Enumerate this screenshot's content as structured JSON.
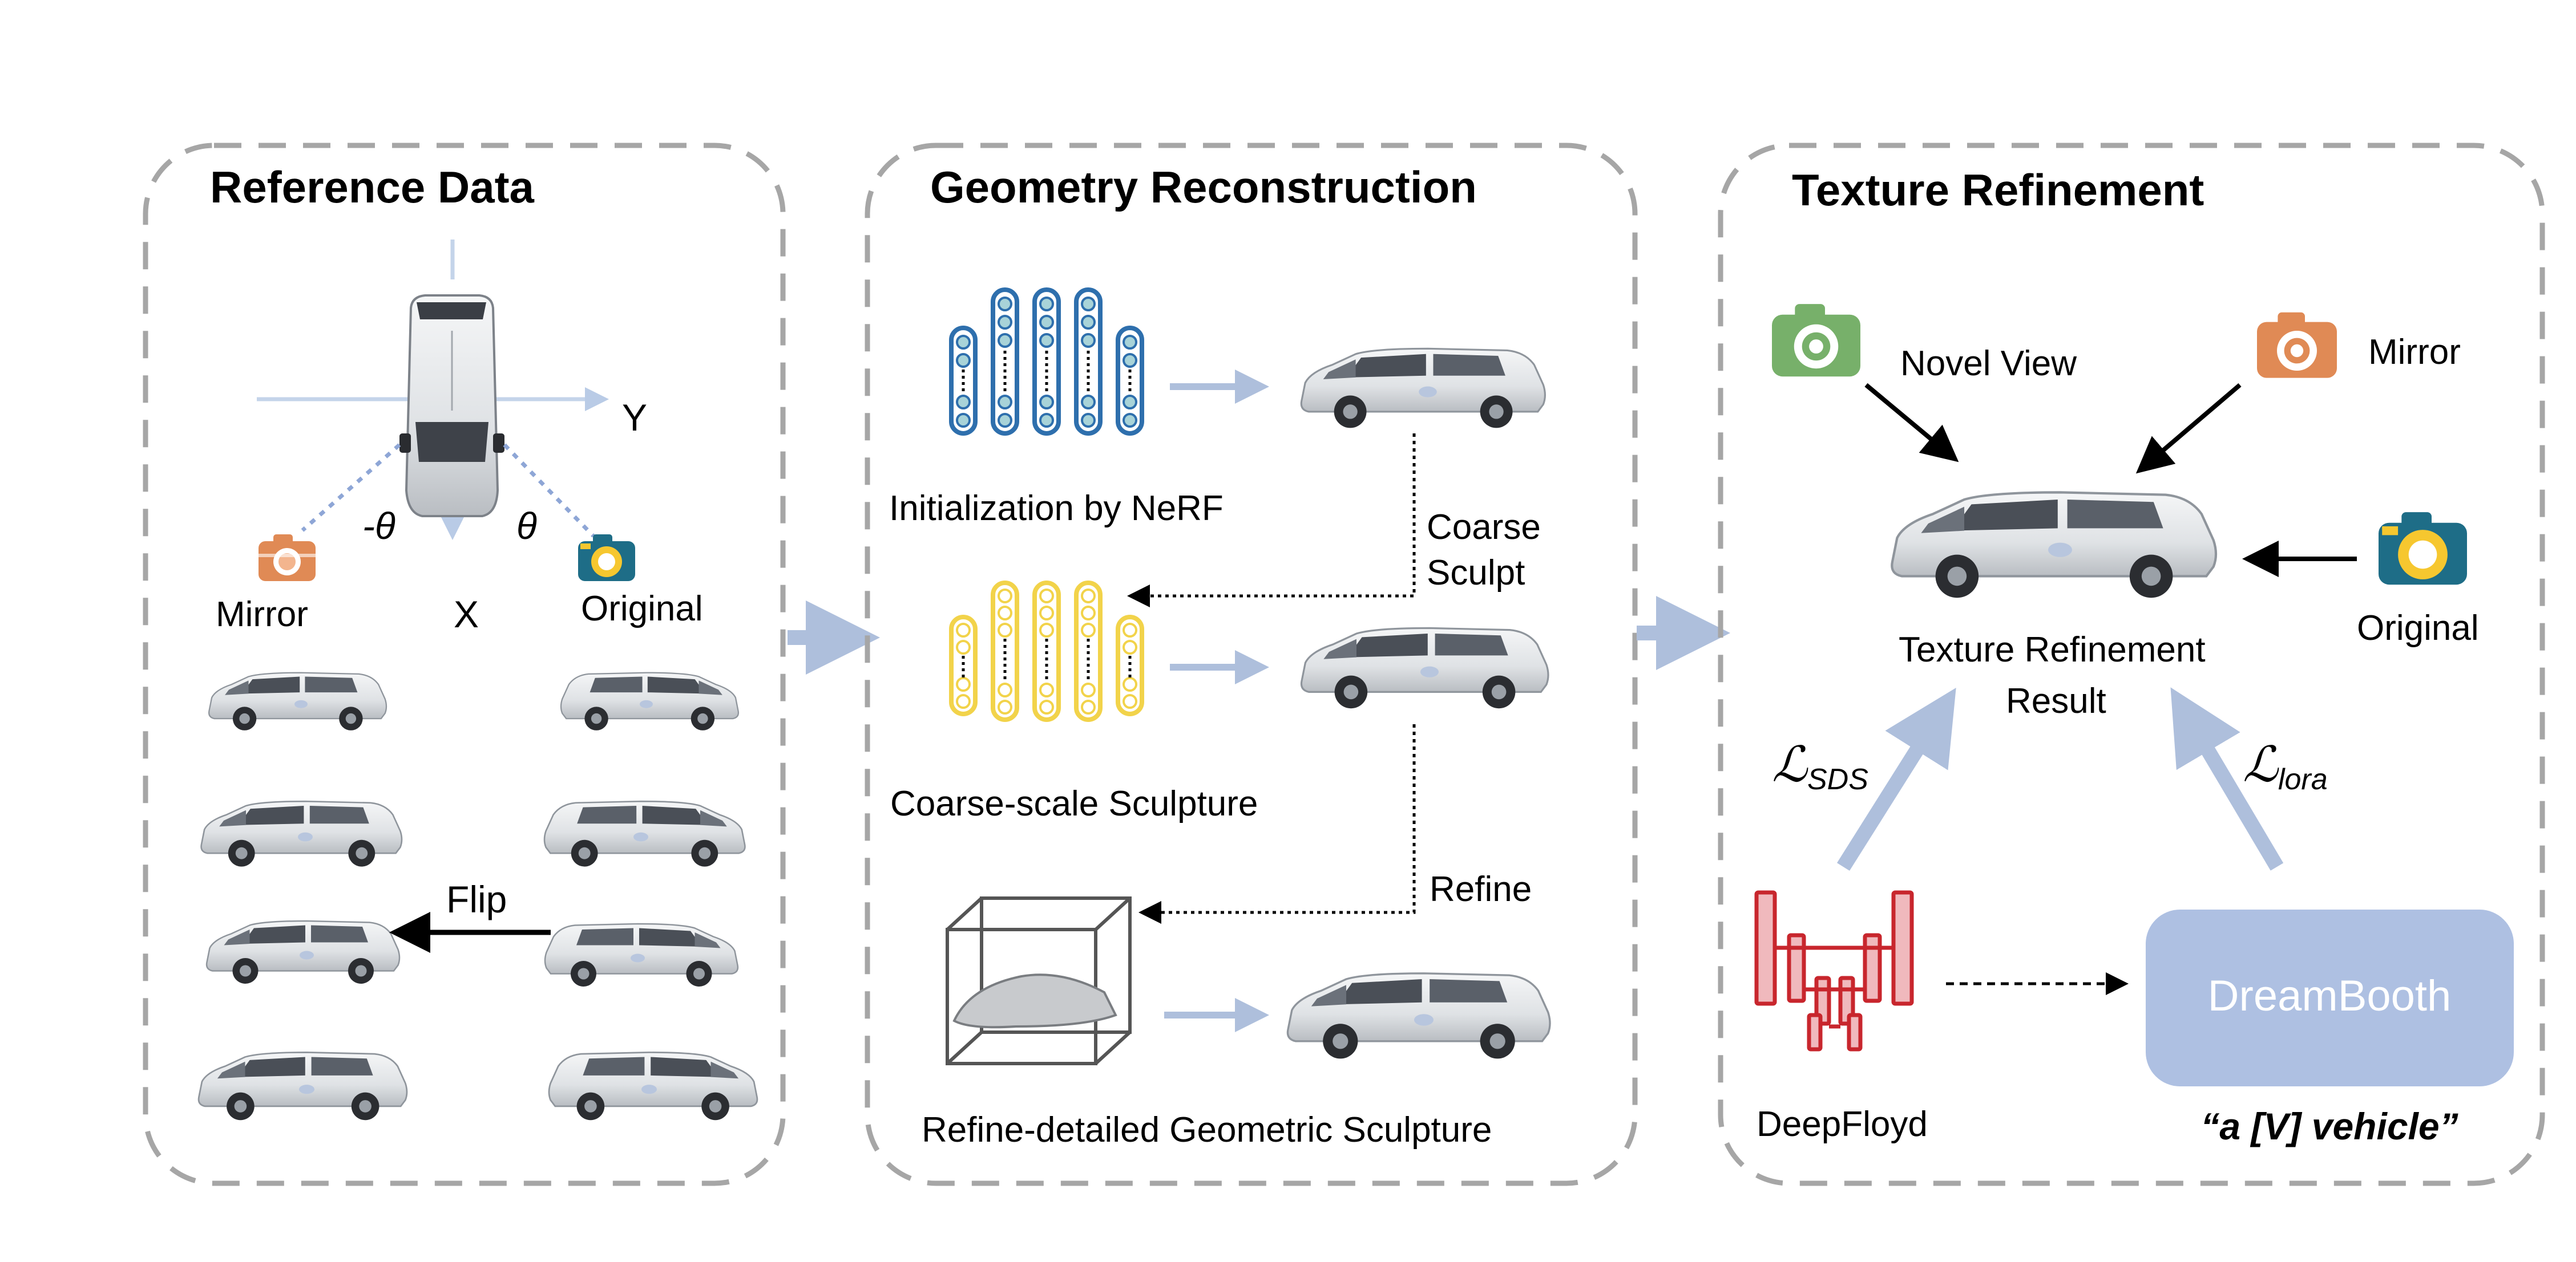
{
  "panels": {
    "reference": {
      "title": "Reference Data",
      "axis_y": "Y",
      "axis_x": "X",
      "angle_neg": "-θ",
      "angle_pos": "θ",
      "mirror_label": "Mirror",
      "original_label": "Original",
      "flip_label": "Flip"
    },
    "geometry": {
      "title": "Geometry Reconstruction",
      "nerf_label": "Initialization by NeRF",
      "coarse_sculpt_line1": "Coarse",
      "coarse_sculpt_line2": "Sculpt",
      "coarse_label": "Coarse-scale Sculpture",
      "refine_label": "Refine",
      "refined_label": "Refine-detailed Geometric Sculpture"
    },
    "texture": {
      "title": "Texture Refinement",
      "novel_view": "Novel View",
      "mirror": "Mirror",
      "original": "Original",
      "result_line1": "Texture Refinement",
      "result_line2": "Result",
      "loss_sds": "ℒ",
      "loss_sds_sub": "SDS",
      "loss_lora": "ℒ",
      "loss_lora_sub": "lora",
      "deepfloyd": "DeepFloyd",
      "dreambooth": "DreamBooth",
      "prompt": "“a [V] vehicle”"
    }
  },
  "colors": {
    "dash_border": "#a6a6a6",
    "arrow_blue": "#aebfdc",
    "nerf_blue": "#2e6fad",
    "nerf_fill": "#a8d3d8",
    "coarse_yellow": "#f2d34a",
    "deepfloyd_red": "#c8262d",
    "deepfloyd_fill": "#f0b9bd",
    "dreambooth_fill": "#aec0e2",
    "camera_orange": "#e08a55",
    "camera_green": "#77b06a",
    "camera_teal": "#1e6d87",
    "camera_yellow": "#f6c72f",
    "car_body": "#e6e8ea"
  }
}
